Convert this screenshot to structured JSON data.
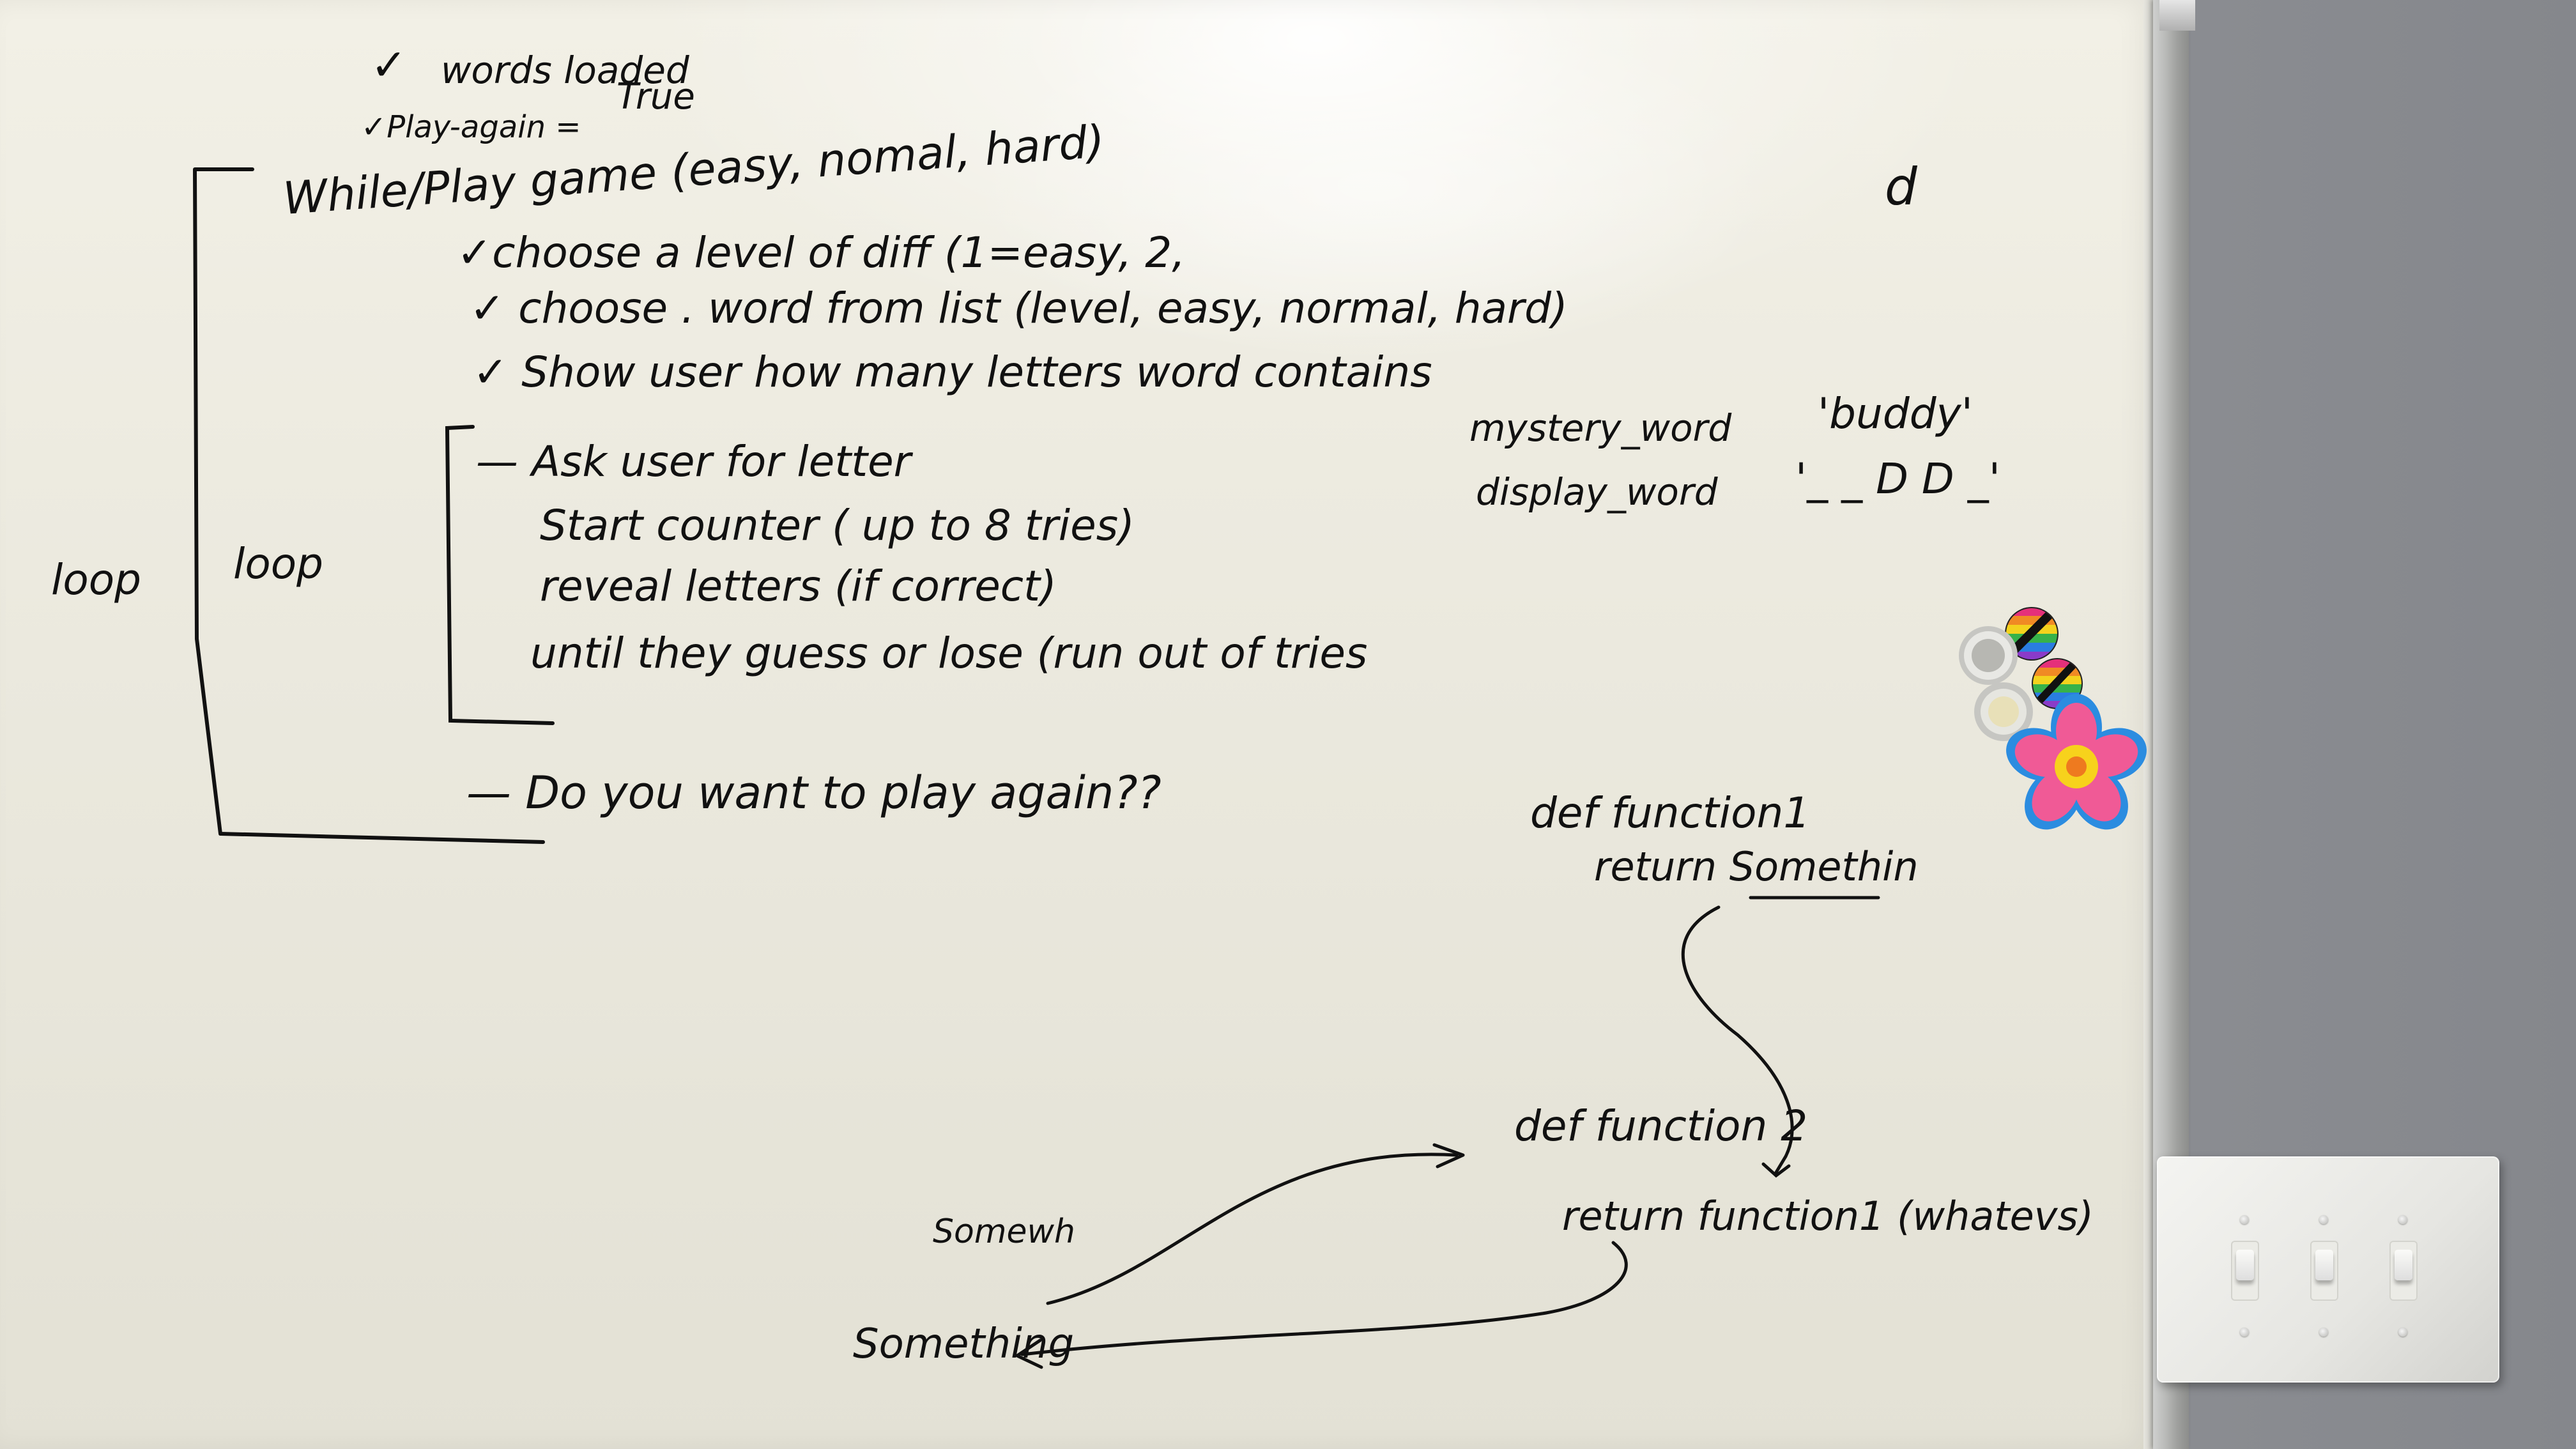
{
  "board_text": {
    "check_1": "✓",
    "line_words_loaded": "words loaded",
    "line_play_again": "✓Play-again =",
    "line_true": "True",
    "line_while": "While/Play game (easy, nomal, hard)",
    "line_choose_level": "✓choose a level of diff  (1=easy, 2,",
    "line_choose_word": "✓ choose . word from list (level, easy, normal, hard)",
    "line_show_user": "✓ Show user how many letters word contains",
    "line_ask": "— Ask user for letter",
    "line_counter": "Start counter ( up to 8 tries)",
    "line_reveal": "reveal letters (if correct)",
    "line_until": "until they guess or lose (run out of tries",
    "line_play_again_q": "— Do you want to play again??",
    "loop_outer": "loop",
    "loop_inner": "loop",
    "letter_d": "d",
    "mystery_label": "mystery_word",
    "mystery_value": "'buddy'",
    "display_label": "display_word",
    "display_value": "'_ _ D D _'",
    "def_function1": "def function1",
    "return_something": "return Somethin",
    "def_function2": "def function 2",
    "return_function1": "return function1 (whatevs)",
    "label_somewhere": "Somewh",
    "label_something": "Something"
  },
  "colors": {
    "ink": "#111111",
    "board": "#ecebe1",
    "wall": "#8f9196",
    "frame": "#b9bab8"
  },
  "icons": {
    "magnet_1": "rainbow-stripe-magnet",
    "magnet_2": "silver-ring-magnet",
    "magnet_3": "flower-magnet",
    "switch": "light-switch-plate"
  }
}
